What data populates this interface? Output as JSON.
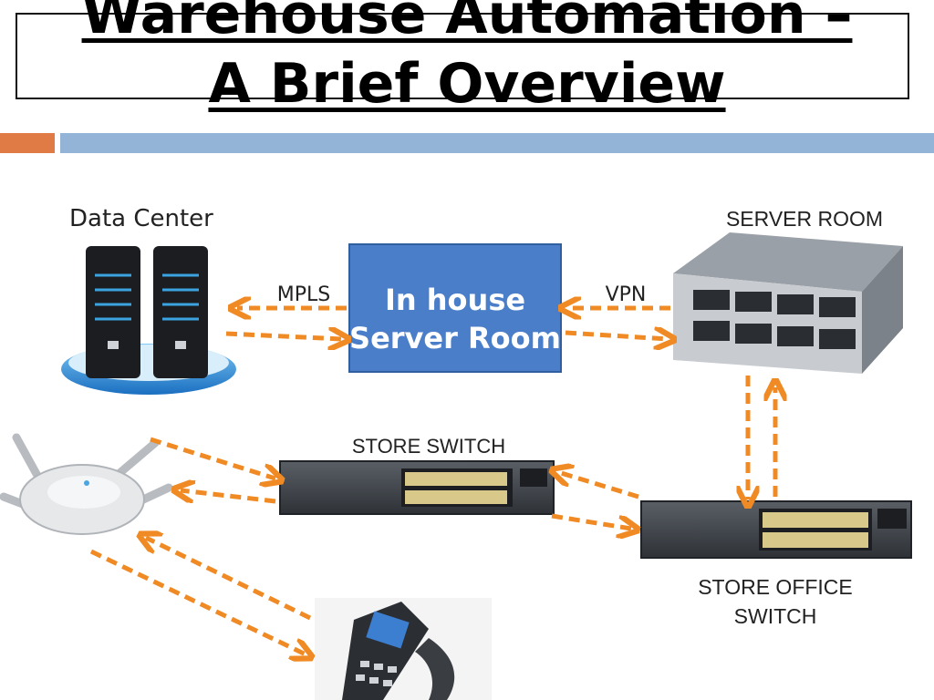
{
  "title": {
    "line1": "Warehouse Automation –",
    "line2": "A Brief Overview"
  },
  "nodes": {
    "data_center": "Data Center",
    "in_house_line1": "In house",
    "in_house_line2": "Server Room",
    "server_room": "SERVER ROOM",
    "store_switch": "STORE SWITCH",
    "store_office_line1": "STORE OFFICE",
    "store_office_line2": "SWITCH"
  },
  "links": {
    "mpls": "MPLS",
    "vpn": "VPN"
  },
  "colors": {
    "arrow": "#f08a24",
    "server_box": "#4a7ec8",
    "accent_orange": "#e07b46",
    "accent_blue": "#93b4d6"
  }
}
